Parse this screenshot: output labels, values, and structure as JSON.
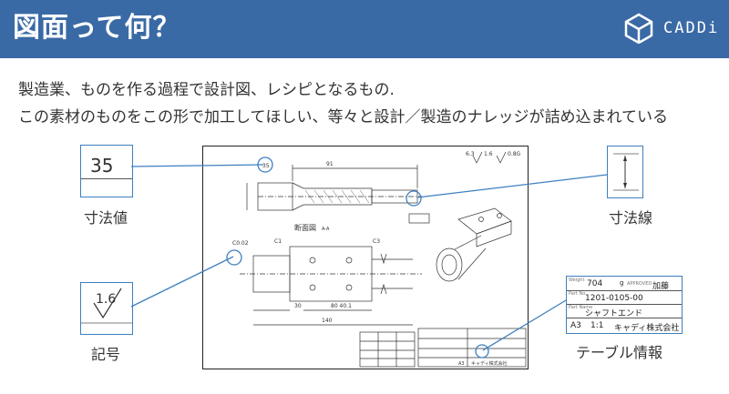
{
  "header": {
    "title": "図面って何？",
    "logo_text": "CADDi",
    "bg_color": "#3a6aa5"
  },
  "description": {
    "line1": "製造業、ものを作る過程で設計図、レシピとなるもの.",
    "line2": "この素材のものをこの形で加工してほしい、等々と設計／製造のナレッジが詰め込まれている"
  },
  "callouts": {
    "dimension_value": {
      "value": "35",
      "caption": "寸法値"
    },
    "dimension_line": {
      "caption": "寸法線"
    },
    "symbol": {
      "value": "1.6",
      "caption": "記号"
    },
    "table_info": {
      "caption": "テーブル情報",
      "rows": {
        "weight": "704",
        "g": "g",
        "approved_label": "APPROVED",
        "approved_value": "加藤",
        "part_no": "1201-0105-00",
        "part_name": "シャフトエンド",
        "size": "A3",
        "scale": "1:1",
        "company": "キャディ株式会社"
      }
    }
  },
  "drawing": {
    "section_label": "断面図",
    "section_suffix": "A-A",
    "dims": {
      "d35": "35",
      "d91": "91",
      "d140": "140",
      "d30": "30",
      "d63": "6.3",
      "d16": "1.6",
      "d08g": "0.8G",
      "c1": "C1",
      "c3": "C3",
      "c0": "C0.02",
      "b70": "80 40.1"
    },
    "table_footer_company": "キャディ株式会社",
    "table_footer_size": "A3"
  },
  "colors": {
    "accent": "#3d7fc0"
  }
}
